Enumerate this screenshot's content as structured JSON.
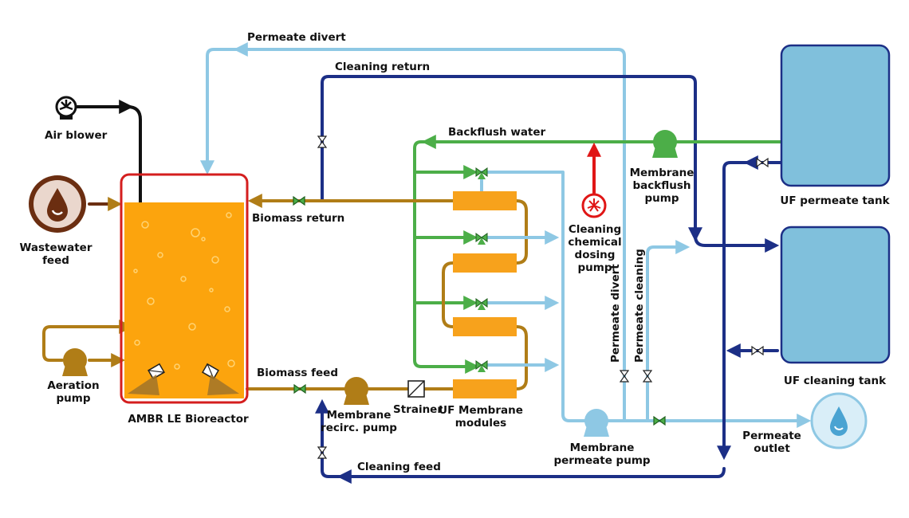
{
  "labels": {
    "permeate_divert_top": "Permeate divert",
    "cleaning_return": "Cleaning return",
    "backflush_water": "Backflush water",
    "air_blower": "Air blower",
    "wastewater_feed": "Wastewater\nfeed",
    "biomass_return": "Biomass return",
    "aeration_pump": "Aeration\npump",
    "bioreactor": "AMBR LE Bioreactor",
    "biomass_feed": "Biomass feed",
    "recirc_pump": "Membrane\nrecirc. pump",
    "strainer": "Strainer",
    "uf_modules": "UF Membrane\nmodules",
    "dosing_pump": "Cleaning\nchemical\ndosing\npump",
    "backflush_pump": "Membrane\nbackflush\npump",
    "permeate_divert_vertical": "Permeate divert",
    "permeate_cleaning_vertical": "Permeate cleaning",
    "permeate_pump": "Membrane\npermeate pump",
    "cleaning_feed": "Cleaning feed",
    "permeate_outlet": "Permeate\noutlet",
    "uf_permeate_tank": "UF permeate tank",
    "uf_cleaning_tank": "UF cleaning tank"
  },
  "colors": {
    "biomass": "#b07d17",
    "permeate": "#8ec8e4",
    "backflush": "#4cae48",
    "cleaning": "#1c2f86",
    "air": "#111111",
    "chemical": "#e01616",
    "reactor_liquid": "#fca40d",
    "reactor_border": "#d41e1e",
    "membrane_module": "#f7a21c",
    "tank_fill": "#80c0dc",
    "tank_border": "#1c2f86",
    "wastewater_icon": "#6b2e11",
    "pump_biomass": "#b07d17",
    "pump_permeate": "#8ec8e4",
    "pump_backflush": "#4cae48"
  },
  "icons": [
    "fan-icon",
    "water-drop-icon",
    "pump-icon",
    "valve-icon",
    "strainer-icon",
    "diffuser-icon",
    "outlet-drop-icon"
  ]
}
